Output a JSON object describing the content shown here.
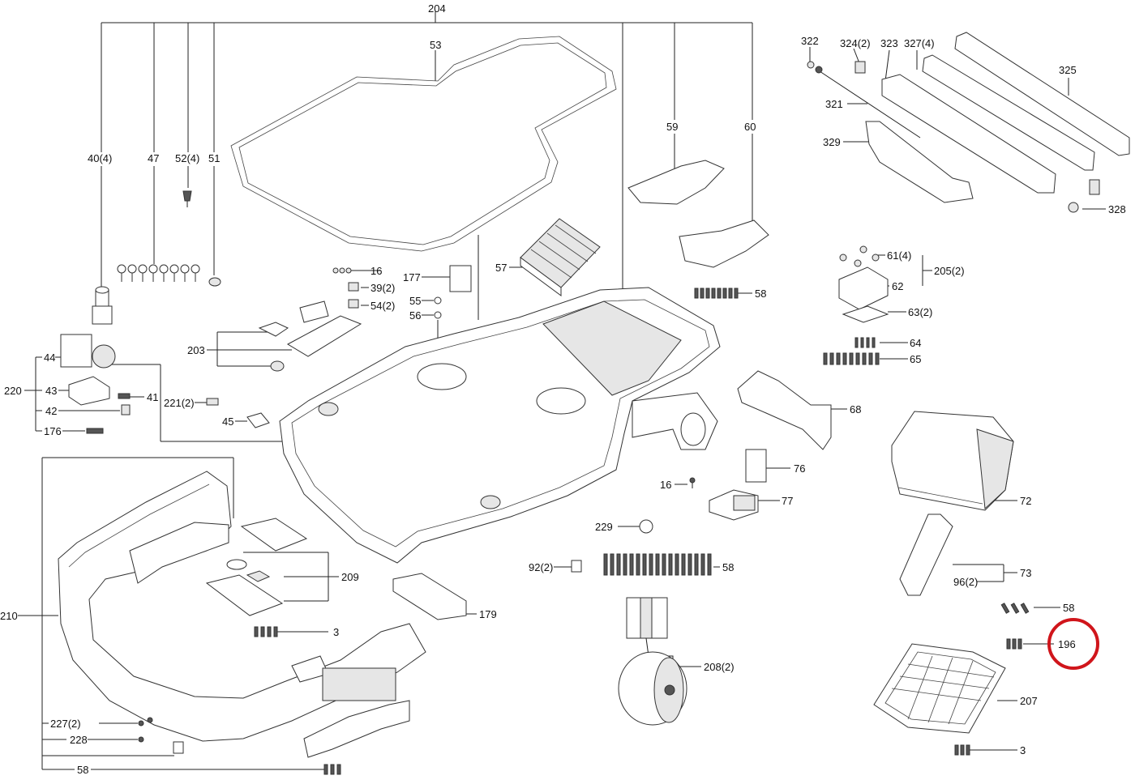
{
  "diagram": {
    "highlight_color": "#d0151b",
    "highlighted_label": "196",
    "labels": {
      "l204": "204",
      "l53": "53",
      "l40": "40(4)",
      "l47": "47",
      "l52": "52(4)",
      "l51": "51",
      "l59": "59",
      "l60": "60",
      "l322": "322",
      "l324": "324(2)",
      "l323": "323",
      "l327": "327(4)",
      "l325": "325",
      "l321": "321",
      "l329": "329",
      "l328": "328",
      "l16a": "16",
      "l39": "39(2)",
      "l54": "54(2)",
      "l177": "177",
      "l57": "57",
      "l55": "55",
      "l56": "56",
      "l58a": "58",
      "l61": "61(4)",
      "l205": "205(2)",
      "l62": "62",
      "l63": "63(2)",
      "l64": "64",
      "l65": "65",
      "l203": "203",
      "l44": "44",
      "l220": "220",
      "l43": "43",
      "l41": "41",
      "l42": "42",
      "l176": "176",
      "l221": "221(2)",
      "l45": "45",
      "l68": "68",
      "l76": "76",
      "l16b": "16",
      "l77": "77",
      "l72": "72",
      "l229": "229",
      "l92": "92(2)",
      "l58b": "58",
      "l209": "209",
      "l73": "73",
      "l96": "96(2)",
      "l210": "210",
      "l3a": "3",
      "l179": "179",
      "l58c": "58",
      "l196": "196",
      "l208": "208(2)",
      "l207": "207",
      "l227": "227(2)",
      "l228": "228",
      "l58d": "58",
      "l3b": "3"
    }
  }
}
